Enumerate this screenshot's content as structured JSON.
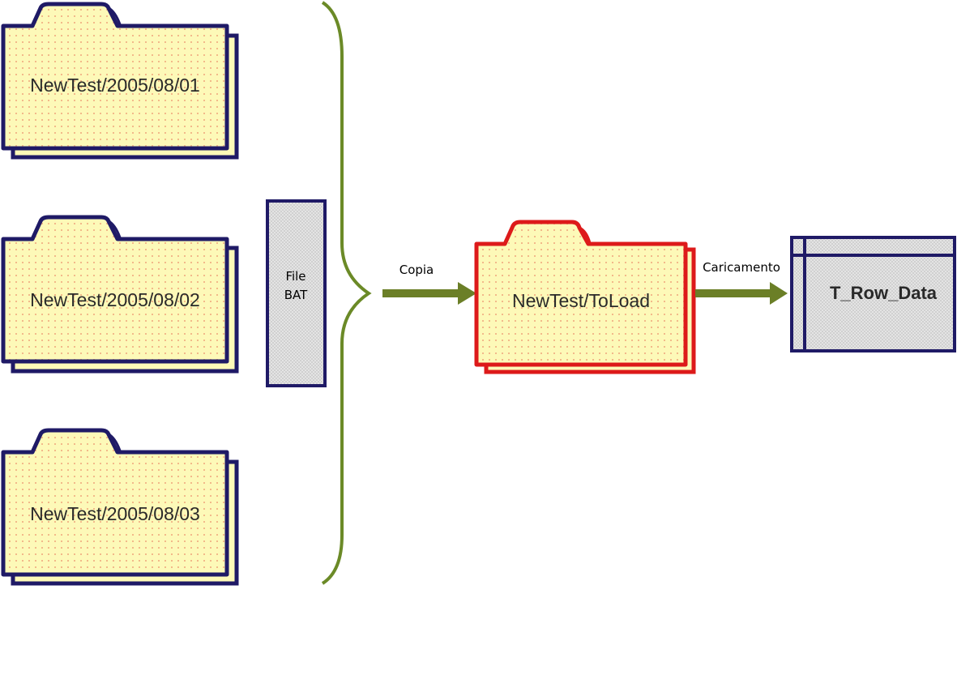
{
  "colors": {
    "folder_fill": "#fdf9b8",
    "folder_dot": "#f2b98a",
    "folder_border_source": "#1f1a66",
    "folder_border_target": "#dd1a1a",
    "bat_fill": "#d4d4d4",
    "bat_border": "#1f1a66",
    "arrow": "#6b7f27",
    "brace": "#6b8a27",
    "table_fill": "#d6d6d6",
    "table_border": "#1f1a66"
  },
  "source_folders": [
    {
      "label": "NewTest/2005/08/01"
    },
    {
      "label": "NewTest/2005/08/02"
    },
    {
      "label": "NewTest/2005/08/03"
    }
  ],
  "bat_file": {
    "line1": "File",
    "line2": "BAT"
  },
  "copy_arrow": {
    "label": "Copia"
  },
  "target_folder": {
    "label": "NewTest/ToLoad"
  },
  "load_arrow": {
    "label": "Caricamento"
  },
  "table": {
    "label": "T_Row_Data"
  }
}
